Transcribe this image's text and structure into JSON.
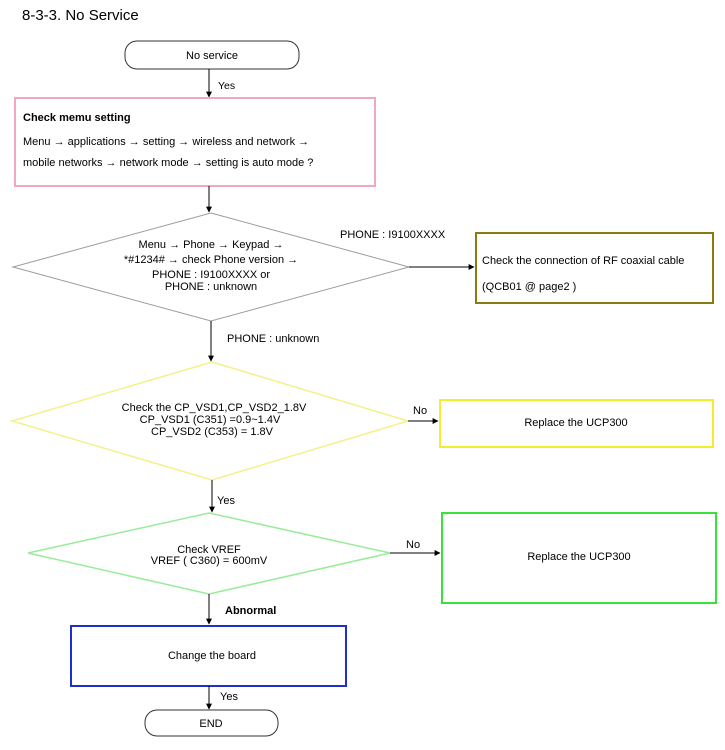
{
  "title": "8-3-3. No Service",
  "nodes": {
    "start": "No service",
    "check_menu": {
      "heading": "Check memu setting",
      "line1": "Menu → applications → setting → wireless and network →",
      "line2": "mobile networks → network mode → setting is auto mode ?"
    },
    "phone_version": {
      "line1": "Menu → Phone → Keypad →",
      "line2": "*#1234# → check Phone version →",
      "line3": "PHONE : I9100XXXX or",
      "line4": "PHONE : unknown"
    },
    "rf_cable": {
      "line1": "Check the connection of RF coaxial cable",
      "line2": "(QCB01 @ page2 )"
    },
    "vsd_check": {
      "line1": "Check the CP_VSD1,CP_VSD2_1.8V",
      "line2": "CP_VSD1 (C351) =0.9~1.4V",
      "line3": "CP_VSD2 (C353) = 1.8V"
    },
    "replace1": "Replace the UCP300",
    "vref_check": {
      "line1": "Check VREF",
      "line2": "VREF ( C360) = 600mV"
    },
    "replace2": "Replace the UCP300",
    "change_board": "Change the board",
    "end": "END"
  },
  "edges": {
    "yes1": "Yes",
    "phone_known": "PHONE : I9100XXXX",
    "phone_unknown": "PHONE : unknown",
    "no1": "No",
    "yes2": "Yes",
    "no2": "No",
    "abnormal": "Abnormal",
    "yes3": "Yes"
  },
  "colors": {
    "pink": "#f4a6be",
    "olive": "#8b7a12",
    "yellow": "#f2ee2c",
    "light_yellow": "#f5f08a",
    "green": "#39e23a",
    "light_green": "#9aeb9a",
    "blue": "#1e2fd0",
    "dark": "#333333",
    "diamond_gray": "#9c9c9c"
  }
}
